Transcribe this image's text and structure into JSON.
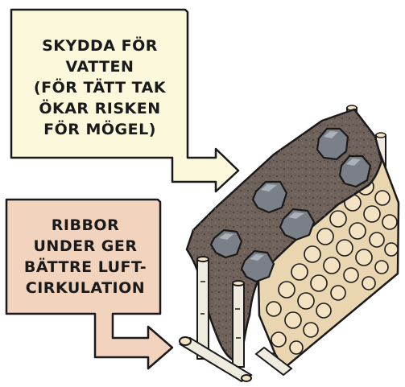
{
  "callouts": [
    {
      "lines": [
        "SKYDDA FÖR",
        "VATTEN",
        "(FÖR TÄTT TAK",
        "ÖKAR RISKEN",
        "FÖR MÖGEL)"
      ],
      "fill": "#fcf8dc"
    },
    {
      "lines": [
        "RIBBOR",
        "UNDER GER",
        "BÄTTRE LUFT-",
        "CIRKULATION"
      ],
      "fill": "#f2d3bd"
    }
  ],
  "colors": {
    "outline": "#1a1a1a",
    "cover": "#6f625a",
    "stone": "#7b8088",
    "log_end": "#f3e3c2",
    "birch": "#efebdf"
  },
  "icons": [
    "woodpile-illustration",
    "stone-icon",
    "arrow-icon"
  ]
}
